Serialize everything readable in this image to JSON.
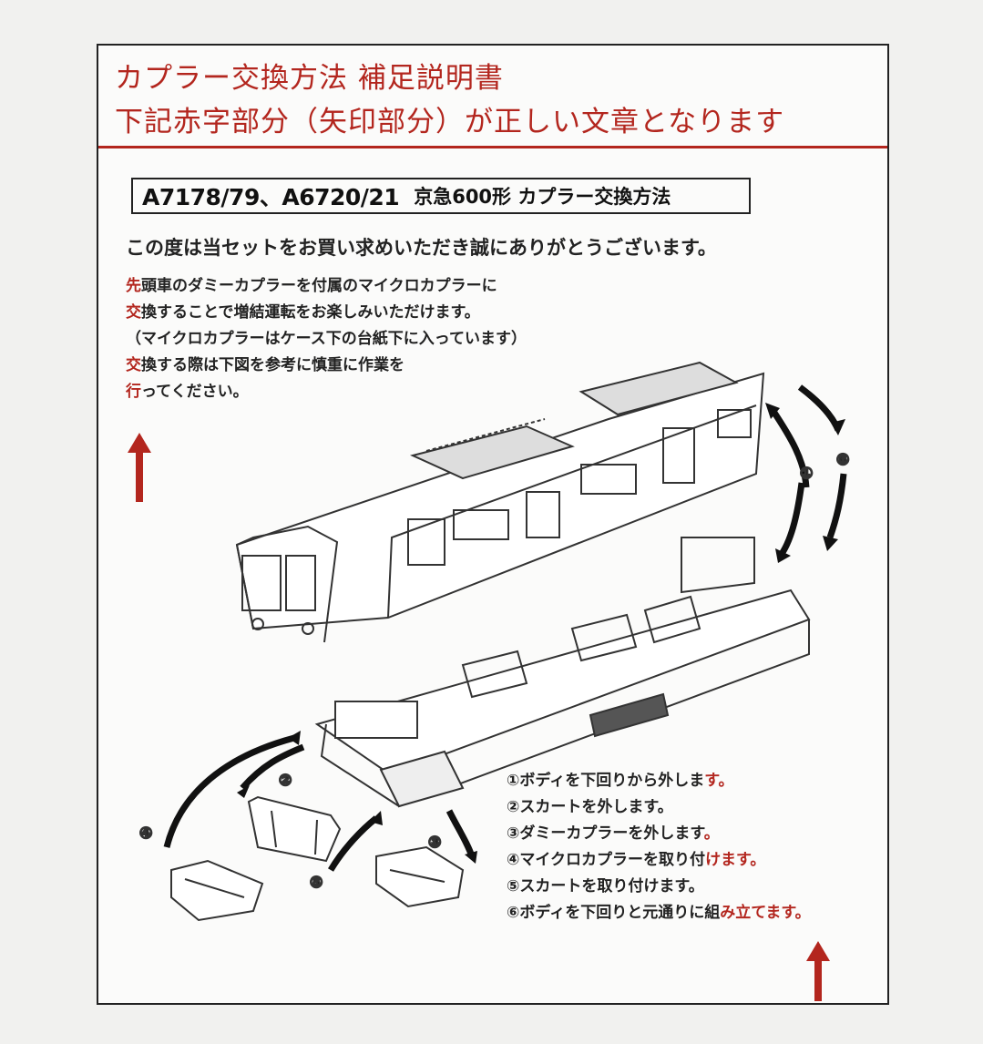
{
  "header": {
    "title": "カプラー交換方法 補足説明書",
    "subtitle": "下記赤字部分（矢印部分）が正しい文章となります"
  },
  "product": {
    "code": "A7178/79、A6720/21",
    "name": "京急600形 カプラー交換方法"
  },
  "thanks": "この度は当セットをお買い求めいただき誠にありがとうございます。",
  "intro_lines": [
    {
      "lead": "先",
      "rest": "頭車のダミーカプラーを付属のマイクロカプラーに"
    },
    {
      "lead": "交",
      "rest": "換することで増結運転をお楽しみいただけます。"
    },
    {
      "lead": "",
      "rest": "（マイクロカプラーはケース下の台紙下に入っています）"
    },
    {
      "lead": "交",
      "rest": "換する際は下図を参考に慎重に作業を"
    },
    {
      "lead": "行",
      "rest": "ってください。"
    }
  ],
  "steps": [
    {
      "text": "①ボディを下回りから外しま",
      "tail": "す。"
    },
    {
      "text": "②スカートを外します。",
      "tail": ""
    },
    {
      "text": "③ダミーカプラーを外します",
      "tail": "。"
    },
    {
      "text": "④マイクロカプラーを取り付",
      "tail": "けます。"
    },
    {
      "text": "⑤スカートを取り付けます。",
      "tail": ""
    },
    {
      "text": "⑥ボディを下回りと元通りに組",
      "tail": "み立てます。"
    }
  ],
  "diagram_labels": {
    "n1": "①",
    "n2": "②",
    "n3": "③",
    "n4": "④",
    "n5": "⑤",
    "n6": "⑥"
  },
  "colors": {
    "accent": "#b3261e",
    "ink": "#222222",
    "paper": "#fbfbfa"
  },
  "icons": [
    "up-arrow-icon",
    "up-arrow-icon"
  ]
}
